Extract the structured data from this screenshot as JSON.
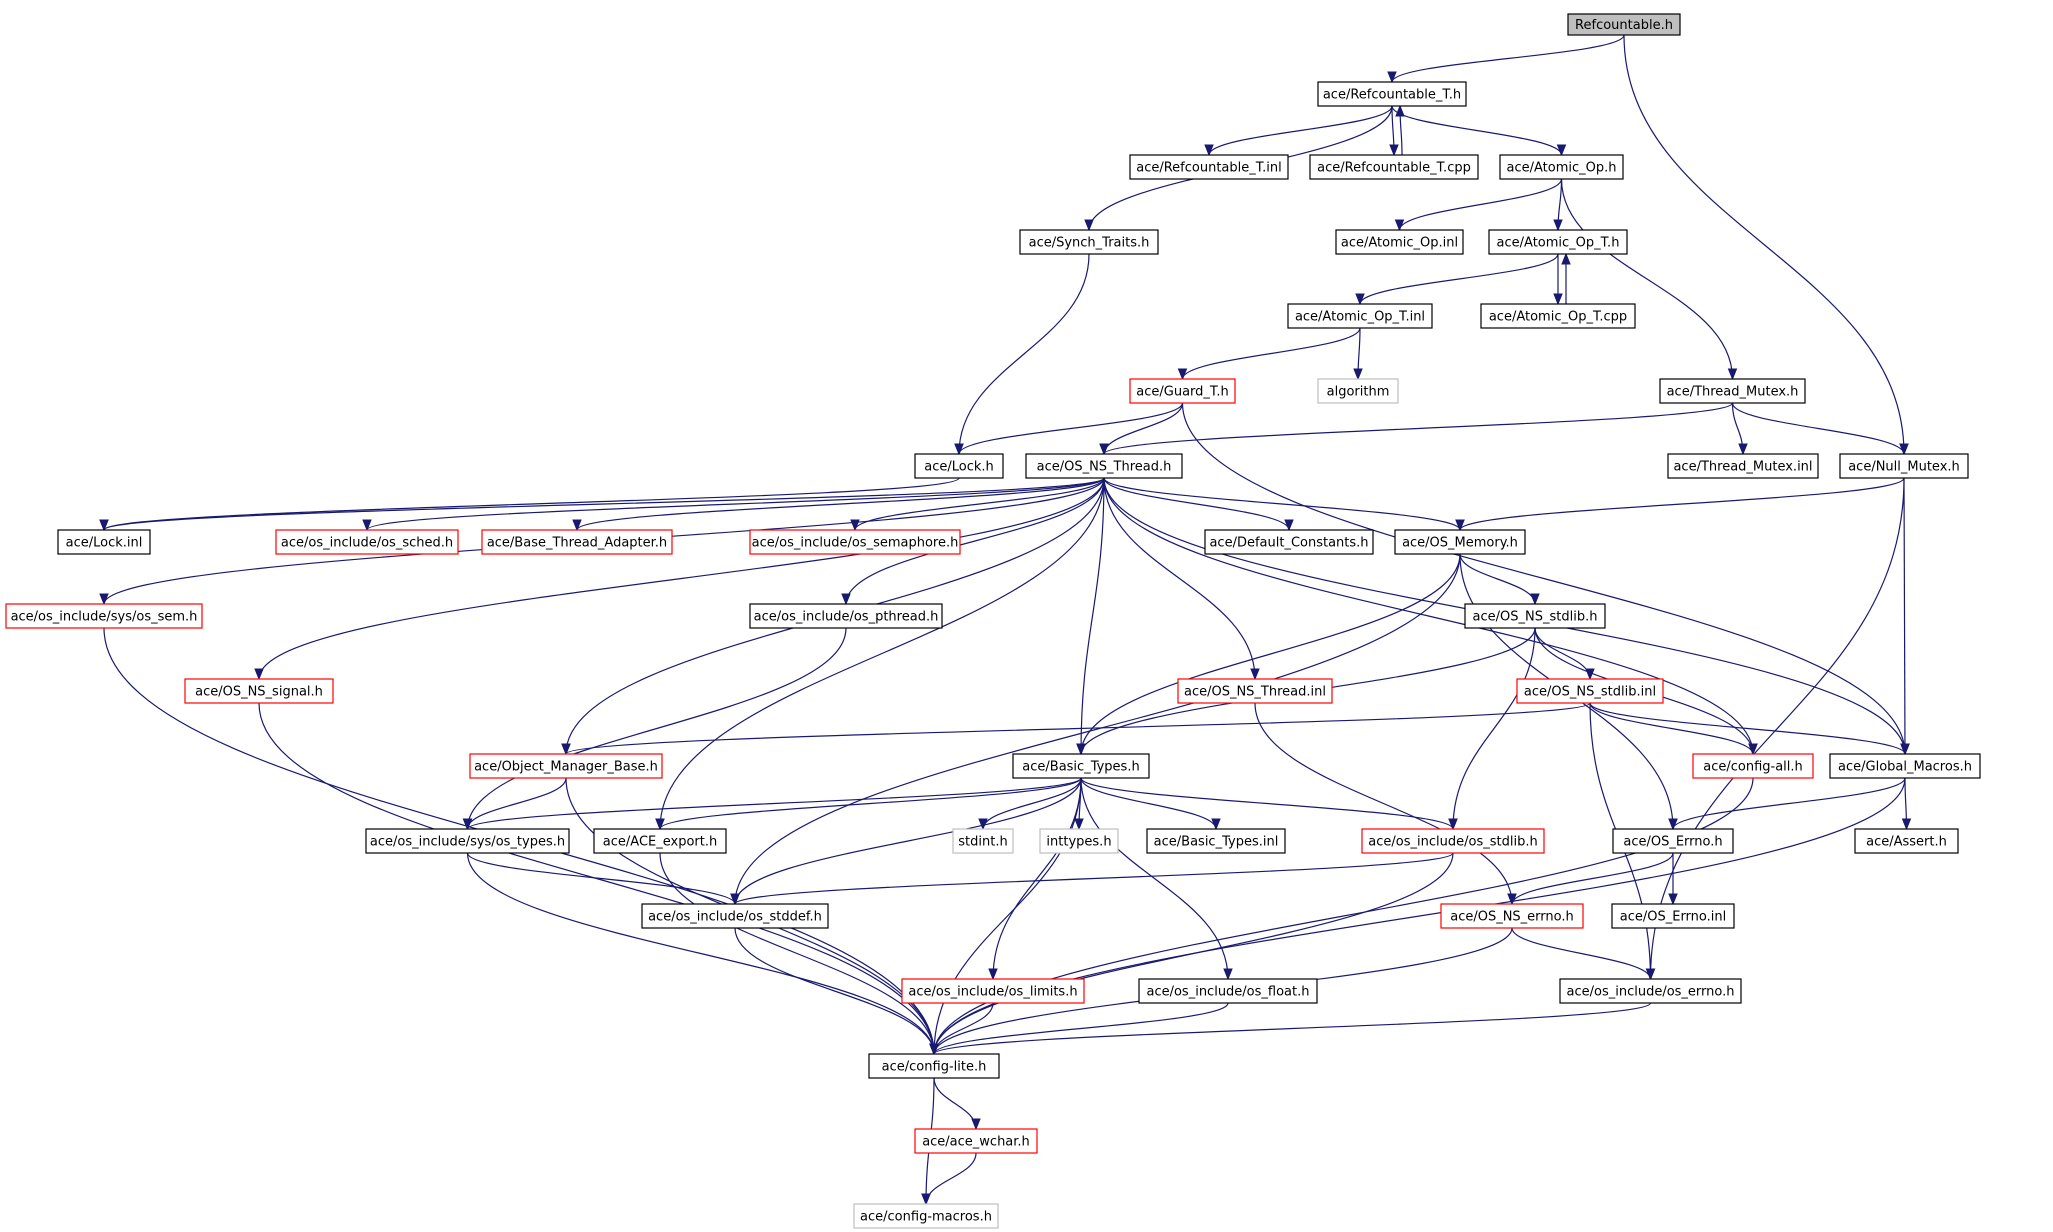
{
  "colors": {
    "edge": "#191970",
    "root_fill": "#bfbfbf",
    "normal_border": "#000000",
    "truncated_border": "#ff0000",
    "external_border": "#bfbfbf"
  },
  "nodes": [
    {
      "id": "refcountable",
      "label": "Refcountable.h",
      "kind": "root"
    },
    {
      "id": "refcountable_t_h",
      "label": "ace/Refcountable_T.h",
      "kind": "normal"
    },
    {
      "id": "refcountable_t_inl",
      "label": "ace/Refcountable_T.inl",
      "kind": "normal"
    },
    {
      "id": "refcountable_t_cpp",
      "label": "ace/Refcountable_T.cpp",
      "kind": "normal"
    },
    {
      "id": "atomic_op_h",
      "label": "ace/Atomic_Op.h",
      "kind": "normal"
    },
    {
      "id": "synch_traits",
      "label": "ace/Synch_Traits.h",
      "kind": "normal"
    },
    {
      "id": "atomic_op_inl",
      "label": "ace/Atomic_Op.inl",
      "kind": "normal"
    },
    {
      "id": "atomic_op_t_h",
      "label": "ace/Atomic_Op_T.h",
      "kind": "normal"
    },
    {
      "id": "atomic_op_t_inl",
      "label": "ace/Atomic_Op_T.inl",
      "kind": "normal"
    },
    {
      "id": "atomic_op_t_cpp",
      "label": "ace/Atomic_Op_T.cpp",
      "kind": "normal"
    },
    {
      "id": "guard_t",
      "label": "ace/Guard_T.h",
      "kind": "truncated"
    },
    {
      "id": "algorithm",
      "label": "algorithm",
      "kind": "external"
    },
    {
      "id": "thread_mutex_h",
      "label": "ace/Thread_Mutex.h",
      "kind": "normal"
    },
    {
      "id": "lock_h",
      "label": "ace/Lock.h",
      "kind": "normal"
    },
    {
      "id": "os_ns_thread_h",
      "label": "ace/OS_NS_Thread.h",
      "kind": "normal"
    },
    {
      "id": "thread_mutex_inl",
      "label": "ace/Thread_Mutex.inl",
      "kind": "normal"
    },
    {
      "id": "null_mutex",
      "label": "ace/Null_Mutex.h",
      "kind": "normal"
    },
    {
      "id": "lock_inl",
      "label": "ace/Lock.inl",
      "kind": "normal"
    },
    {
      "id": "os_sched",
      "label": "ace/os_include/os_sched.h",
      "kind": "truncated"
    },
    {
      "id": "base_thread_adapter",
      "label": "ace/Base_Thread_Adapter.h",
      "kind": "truncated"
    },
    {
      "id": "os_semaphore",
      "label": "ace/os_include/os_semaphore.h",
      "kind": "truncated"
    },
    {
      "id": "default_constants",
      "label": "ace/Default_Constants.h",
      "kind": "normal"
    },
    {
      "id": "os_memory",
      "label": "ace/OS_Memory.h",
      "kind": "normal"
    },
    {
      "id": "sys_os_sem",
      "label": "ace/os_include/sys/os_sem.h",
      "kind": "truncated"
    },
    {
      "id": "os_pthread",
      "label": "ace/os_include/os_pthread.h",
      "kind": "normal"
    },
    {
      "id": "os_ns_stdlib_h",
      "label": "ace/OS_NS_stdlib.h",
      "kind": "normal"
    },
    {
      "id": "os_ns_signal",
      "label": "ace/OS_NS_signal.h",
      "kind": "truncated"
    },
    {
      "id": "os_ns_thread_inl",
      "label": "ace/OS_NS_Thread.inl",
      "kind": "truncated"
    },
    {
      "id": "os_ns_stdlib_inl",
      "label": "ace/OS_NS_stdlib.inl",
      "kind": "truncated"
    },
    {
      "id": "object_manager_base",
      "label": "ace/Object_Manager_Base.h",
      "kind": "truncated"
    },
    {
      "id": "basic_types_h",
      "label": "ace/Basic_Types.h",
      "kind": "normal"
    },
    {
      "id": "config_all",
      "label": "ace/config-all.h",
      "kind": "truncated"
    },
    {
      "id": "global_macros",
      "label": "ace/Global_Macros.h",
      "kind": "normal"
    },
    {
      "id": "sys_os_types",
      "label": "ace/os_include/sys/os_types.h",
      "kind": "normal"
    },
    {
      "id": "ace_export",
      "label": "ace/ACE_export.h",
      "kind": "normal"
    },
    {
      "id": "stdint",
      "label": "stdint.h",
      "kind": "external"
    },
    {
      "id": "inttypes",
      "label": "inttypes.h",
      "kind": "external"
    },
    {
      "id": "basic_types_inl",
      "label": "ace/Basic_Types.inl",
      "kind": "normal"
    },
    {
      "id": "os_stdlib",
      "label": "ace/os_include/os_stdlib.h",
      "kind": "truncated"
    },
    {
      "id": "os_errno_h",
      "label": "ace/OS_Errno.h",
      "kind": "normal"
    },
    {
      "id": "assert_h",
      "label": "ace/Assert.h",
      "kind": "normal"
    },
    {
      "id": "os_stddef",
      "label": "ace/os_include/os_stddef.h",
      "kind": "normal"
    },
    {
      "id": "os_ns_errno",
      "label": "ace/OS_NS_errno.h",
      "kind": "truncated"
    },
    {
      "id": "os_errno_inl",
      "label": "ace/OS_Errno.inl",
      "kind": "normal"
    },
    {
      "id": "os_limits",
      "label": "ace/os_include/os_limits.h",
      "kind": "truncated"
    },
    {
      "id": "os_float",
      "label": "ace/os_include/os_float.h",
      "kind": "normal"
    },
    {
      "id": "os_include_errno",
      "label": "ace/os_include/os_errno.h",
      "kind": "normal"
    },
    {
      "id": "config_lite",
      "label": "ace/config-lite.h",
      "kind": "normal"
    },
    {
      "id": "ace_wchar",
      "label": "ace/ace_wchar.h",
      "kind": "truncated"
    },
    {
      "id": "config_macros",
      "label": "ace/config-macros.h",
      "kind": "external"
    }
  ],
  "edges": [
    [
      "refcountable",
      "refcountable_t_h"
    ],
    [
      "refcountable",
      "null_mutex"
    ],
    [
      "refcountable_t_h",
      "synch_traits"
    ],
    [
      "refcountable_t_h",
      "refcountable_t_inl"
    ],
    [
      "refcountable_t_h",
      "refcountable_t_cpp"
    ],
    [
      "refcountable_t_cpp",
      "refcountable_t_h"
    ],
    [
      "refcountable_t_h",
      "atomic_op_h"
    ],
    [
      "atomic_op_h",
      "atomic_op_inl"
    ],
    [
      "atomic_op_h",
      "atomic_op_t_h"
    ],
    [
      "atomic_op_h",
      "thread_mutex_h"
    ],
    [
      "atomic_op_t_h",
      "atomic_op_t_inl"
    ],
    [
      "atomic_op_t_h",
      "atomic_op_t_cpp"
    ],
    [
      "atomic_op_t_cpp",
      "atomic_op_t_h"
    ],
    [
      "atomic_op_t_inl",
      "guard_t"
    ],
    [
      "atomic_op_t_inl",
      "algorithm"
    ],
    [
      "synch_traits",
      "lock_h"
    ],
    [
      "guard_t",
      "lock_h"
    ],
    [
      "guard_t",
      "os_ns_thread_h"
    ],
    [
      "guard_t",
      "global_macros"
    ],
    [
      "thread_mutex_h",
      "os_ns_thread_h"
    ],
    [
      "thread_mutex_h",
      "thread_mutex_inl"
    ],
    [
      "thread_mutex_h",
      "null_mutex"
    ],
    [
      "lock_h",
      "lock_inl"
    ],
    [
      "null_mutex",
      "os_memory"
    ],
    [
      "null_mutex",
      "global_macros"
    ],
    [
      "null_mutex",
      "os_include_errno"
    ],
    [
      "os_ns_thread_h",
      "lock_inl"
    ],
    [
      "os_ns_thread_h",
      "os_sched"
    ],
    [
      "os_ns_thread_h",
      "base_thread_adapter"
    ],
    [
      "os_ns_thread_h",
      "os_semaphore"
    ],
    [
      "os_ns_thread_h",
      "default_constants"
    ],
    [
      "os_ns_thread_h",
      "os_memory"
    ],
    [
      "os_ns_thread_h",
      "sys_os_sem"
    ],
    [
      "os_ns_thread_h",
      "os_ns_signal"
    ],
    [
      "os_ns_thread_h",
      "os_pthread"
    ],
    [
      "os_ns_thread_h",
      "object_manager_base"
    ],
    [
      "os_ns_thread_h",
      "ace_export"
    ],
    [
      "os_ns_thread_h",
      "basic_types_h"
    ],
    [
      "os_ns_thread_h",
      "os_ns_thread_inl"
    ],
    [
      "os_ns_thread_h",
      "config_all"
    ],
    [
      "os_ns_thread_h",
      "global_macros"
    ],
    [
      "os_memory",
      "os_ns_stdlib_h"
    ],
    [
      "os_memory",
      "basic_types_h"
    ],
    [
      "os_memory",
      "os_errno_h"
    ],
    [
      "os_memory",
      "os_stddef"
    ],
    [
      "os_ns_stdlib_h",
      "os_ns_stdlib_inl"
    ],
    [
      "os_ns_stdlib_h",
      "basic_types_h"
    ],
    [
      "os_ns_stdlib_h",
      "config_all"
    ],
    [
      "os_ns_stdlib_h",
      "os_stdlib"
    ],
    [
      "os_ns_stdlib_inl",
      "object_manager_base"
    ],
    [
      "os_ns_stdlib_inl",
      "config_all"
    ],
    [
      "os_ns_stdlib_inl",
      "global_macros"
    ],
    [
      "os_ns_stdlib_inl",
      "os_include_errno"
    ],
    [
      "os_ns_thread_inl",
      "os_ns_errno"
    ],
    [
      "os_pthread",
      "sys_os_types"
    ],
    [
      "object_manager_base",
      "sys_os_types"
    ],
    [
      "object_manager_base",
      "config_lite"
    ],
    [
      "basic_types_h",
      "sys_os_types"
    ],
    [
      "basic_types_h",
      "ace_export"
    ],
    [
      "basic_types_h",
      "stdint"
    ],
    [
      "basic_types_h",
      "inttypes"
    ],
    [
      "basic_types_h",
      "basic_types_inl"
    ],
    [
      "basic_types_h",
      "os_stdlib"
    ],
    [
      "basic_types_h",
      "os_stddef"
    ],
    [
      "basic_types_h",
      "os_limits"
    ],
    [
      "basic_types_h",
      "os_float"
    ],
    [
      "basic_types_h",
      "config_lite"
    ],
    [
      "global_macros",
      "os_errno_h"
    ],
    [
      "global_macros",
      "assert_h"
    ],
    [
      "global_macros",
      "config_lite"
    ],
    [
      "config_all",
      "config_lite"
    ],
    [
      "sys_os_types",
      "os_stddef"
    ],
    [
      "sys_os_types",
      "config_lite"
    ],
    [
      "ace_export",
      "config_lite"
    ],
    [
      "os_stdlib",
      "os_stddef"
    ],
    [
      "os_stdlib",
      "config_lite"
    ],
    [
      "os_errno_h",
      "os_ns_errno"
    ],
    [
      "os_errno_h",
      "os_errno_inl"
    ],
    [
      "os_ns_errno",
      "os_include_errno"
    ],
    [
      "os_ns_errno",
      "config_lite"
    ],
    [
      "os_stddef",
      "config_lite"
    ],
    [
      "os_limits",
      "config_lite"
    ],
    [
      "os_float",
      "config_lite"
    ],
    [
      "os_include_errno",
      "config_lite"
    ],
    [
      "sys_os_sem",
      "config_lite"
    ],
    [
      "os_ns_signal",
      "config_lite"
    ],
    [
      "config_lite",
      "ace_wchar"
    ],
    [
      "config_lite",
      "config_macros"
    ],
    [
      "ace_wchar",
      "config_macros"
    ]
  ]
}
